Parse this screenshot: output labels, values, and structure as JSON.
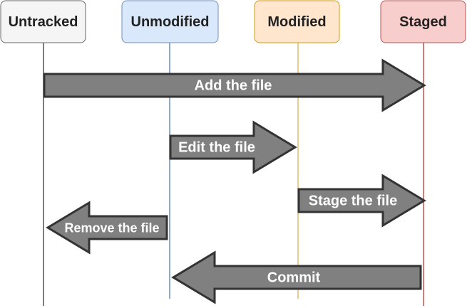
{
  "states": [
    {
      "id": "untracked",
      "label": "Untracked",
      "fill": "#f5f5f5",
      "stroke": "#666666",
      "line": "#555555"
    },
    {
      "id": "unmodified",
      "label": "Unmodified",
      "fill": "#dae8fc",
      "stroke": "#6c8ebf",
      "line": "#6c8ebf"
    },
    {
      "id": "modified",
      "label": "Modified",
      "fill": "#ffe6cc",
      "stroke": "#d79b00",
      "line": "#e6b96b"
    },
    {
      "id": "staged",
      "label": "Staged",
      "fill": "#f8cecc",
      "stroke": "#b85450",
      "line": "#c0504d"
    }
  ],
  "transitions": [
    {
      "id": "add",
      "label": "Add the file",
      "from": "untracked",
      "to": "staged"
    },
    {
      "id": "edit",
      "label": "Edit the file",
      "from": "unmodified",
      "to": "modified"
    },
    {
      "id": "stage",
      "label": "Stage the file",
      "from": "modified",
      "to": "staged"
    },
    {
      "id": "remove",
      "label": "Remove the file",
      "from": "unmodified",
      "to": "untracked"
    },
    {
      "id": "commit",
      "label": "Commit",
      "from": "staged",
      "to": "unmodified"
    }
  ],
  "colors": {
    "arrow_fill": "#808080",
    "arrow_stroke": "#333333",
    "arrow_text": "#ffffff",
    "state_text": "#222222"
  }
}
